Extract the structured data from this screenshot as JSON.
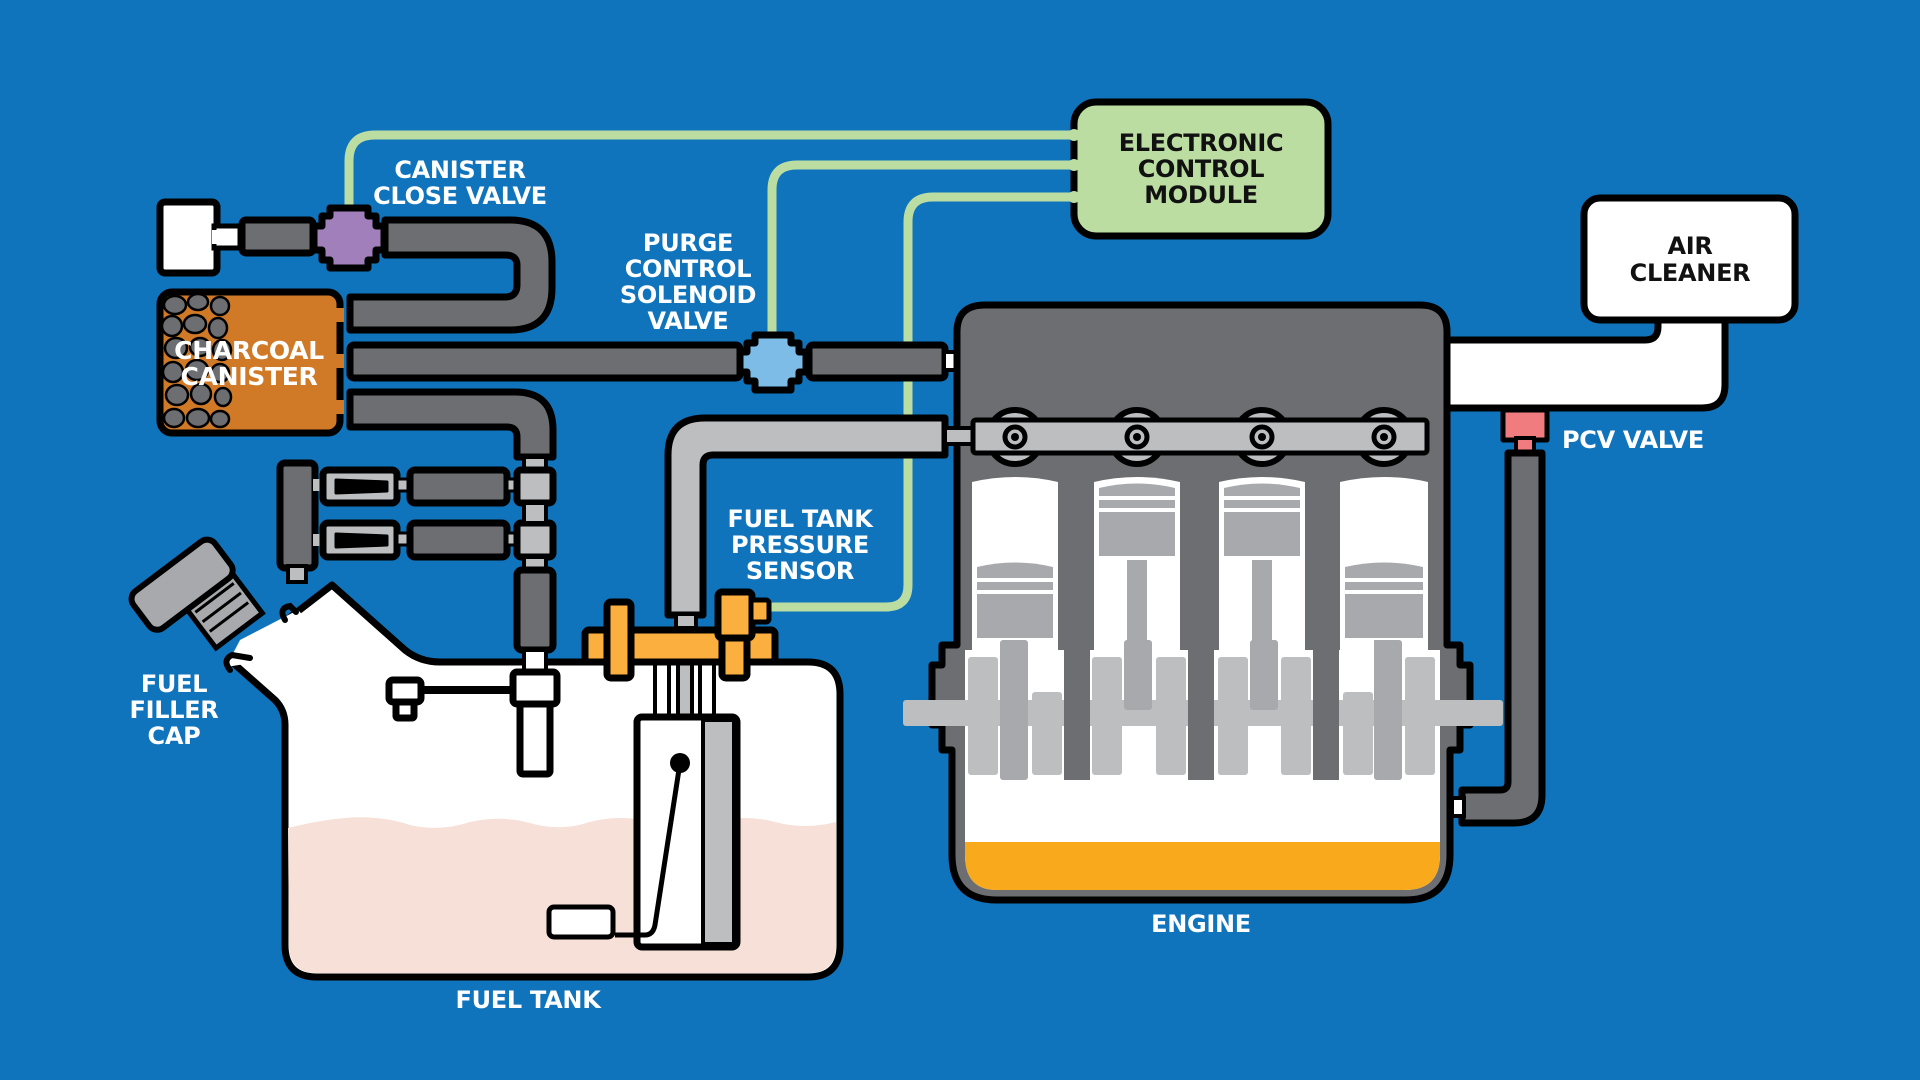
{
  "title": "Evaporative Emission Control System",
  "colors": {
    "background": "#1074BC",
    "hose_dark": "#6D6E71",
    "hose_light": "#BCBEC0",
    "piston_gray": "#A7A9AC",
    "outline": "#000000",
    "charcoal_canister": "#D07A28",
    "canister_close_valve": "#A17FBA",
    "purge_valve": "#7DBCE6",
    "ecm": "#BBDDA2",
    "signal_wire": "#BBDDA2",
    "pcv_valve": "#F07C7F",
    "fuel_pump_flange": "#FBAF3F",
    "fuel_liquid": "#F6E0D7",
    "engine_oil": "#F9AA1C",
    "white": "#FFFFFF"
  },
  "labels": {
    "canister_close_valve": [
      "CANISTER",
      "CLOSE VALVE"
    ],
    "charcoal_canister": [
      "CHARCOAL",
      "CANISTER"
    ],
    "purge_control_solenoid_valve": [
      "PURGE",
      "CONTROL",
      "SOLENOID",
      "VALVE"
    ],
    "electronic_control_module": [
      "ELECTRONIC",
      "CONTROL",
      "MODULE"
    ],
    "air_cleaner": [
      "AIR",
      "CLEANER"
    ],
    "pcv_valve": [
      "PCV VALVE"
    ],
    "fuel_tank_pressure_sensor": [
      "FUEL TANK",
      "PRESSURE",
      "SENSOR"
    ],
    "fuel_filler_cap": [
      "FUEL",
      "FILLER",
      "CAP"
    ],
    "fuel_tank": [
      "FUEL TANK"
    ],
    "engine": [
      "ENGINE"
    ]
  },
  "components": [
    {
      "id": "ecm",
      "name": "Electronic Control Module",
      "connects_to": [
        "canister_close_valve",
        "purge_control_solenoid_valve",
        "fuel_tank_pressure_sensor"
      ]
    },
    {
      "id": "charcoal_canister",
      "name": "Charcoal Canister"
    },
    {
      "id": "canister_close_valve",
      "name": "Canister Close Valve"
    },
    {
      "id": "purge_control_solenoid_valve",
      "name": "Purge Control Solenoid Valve"
    },
    {
      "id": "fuel_tank_pressure_sensor",
      "name": "Fuel Tank Pressure Sensor"
    },
    {
      "id": "fuel_tank",
      "name": "Fuel Tank"
    },
    {
      "id": "fuel_filler_cap",
      "name": "Fuel Filler Cap"
    },
    {
      "id": "engine",
      "name": "Engine",
      "cylinders": 4
    },
    {
      "id": "air_cleaner",
      "name": "Air Cleaner"
    },
    {
      "id": "pcv_valve",
      "name": "PCV Valve"
    }
  ]
}
